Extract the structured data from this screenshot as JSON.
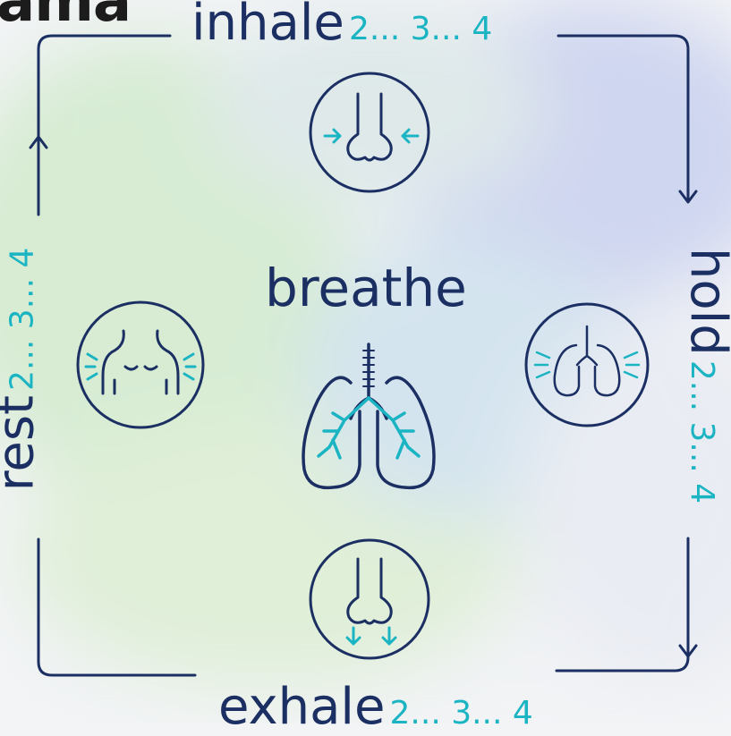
{
  "title_fragment": "ama",
  "center": {
    "title": "breathe",
    "icon": "lungs-icon"
  },
  "steps": {
    "inhale": {
      "word": "inhale",
      "count": "2... 3... 4",
      "icon": "nose-inhale-icon"
    },
    "hold": {
      "word": "hold",
      "count": "2... 3... 4",
      "icon": "lungs-hold-icon"
    },
    "exhale": {
      "word": "exhale",
      "count": "2... 3... 4",
      "icon": "nose-exhale-icon"
    },
    "rest": {
      "word": "rest",
      "count": "2... 3... 4",
      "icon": "shoulders-rest-icon"
    }
  },
  "colors": {
    "navy": "#1b2f63",
    "teal": "#1bb4c2",
    "title": "#1c1c1c"
  }
}
